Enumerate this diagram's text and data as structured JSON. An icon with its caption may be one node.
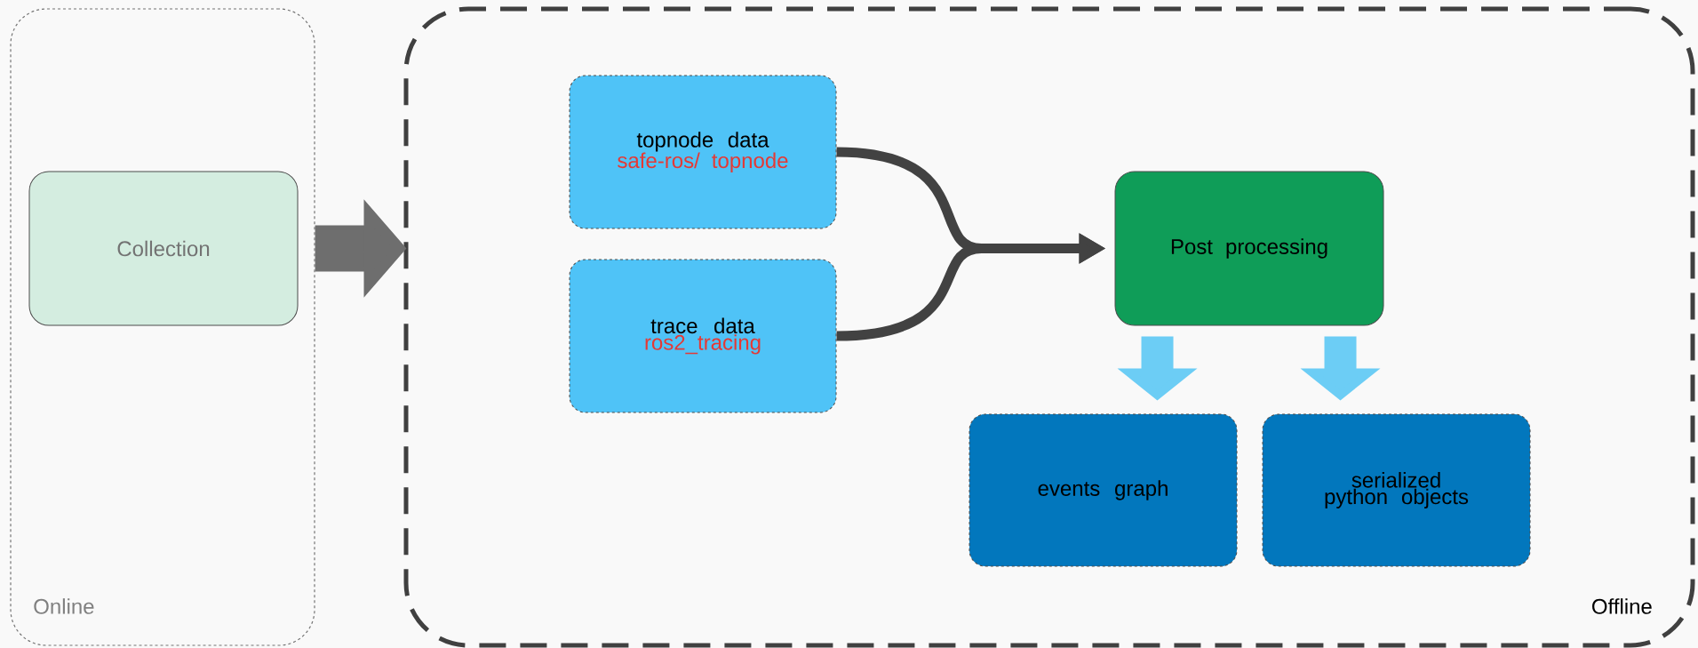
{
  "diagram": {
    "nodes": [
      {
        "text": [
          "Online"
        ]
      },
      {
        "text": [
          "Offline"
        ]
      },
      {
        "text": [
          "Collection"
        ],
        "in": 0
      },
      {
        "text": [
          "topnode data",
          "safe-ros/ topnode"
        ],
        "in": 1
      },
      {
        "text": [
          "trace data",
          "ros2_tracing"
        ],
        "in": 1
      },
      {
        "text": [
          "Post processing"
        ],
        "in": 1
      },
      {
        "text": [
          "events graph"
        ],
        "in": 1
      },
      {
        "text": [
          "serialized python objects"
        ],
        "in": 1
      }
    ],
    "edges": [
      {
        "from": 0,
        "to": 1,
        "arrow": "to",
        "color": "#6e6e6e"
      },
      {
        "from": 3,
        "to": 5,
        "arrow": "to",
        "color": "#424242"
      },
      {
        "from": 4,
        "to": 5,
        "arrow": "to",
        "color": "#424242"
      },
      {
        "from": 5,
        "to": 6,
        "arrow": "to",
        "color": "#6ccdf5"
      },
      {
        "from": 5,
        "to": 7,
        "arrow": "to",
        "color": "#6ccdf5"
      }
    ]
  }
}
